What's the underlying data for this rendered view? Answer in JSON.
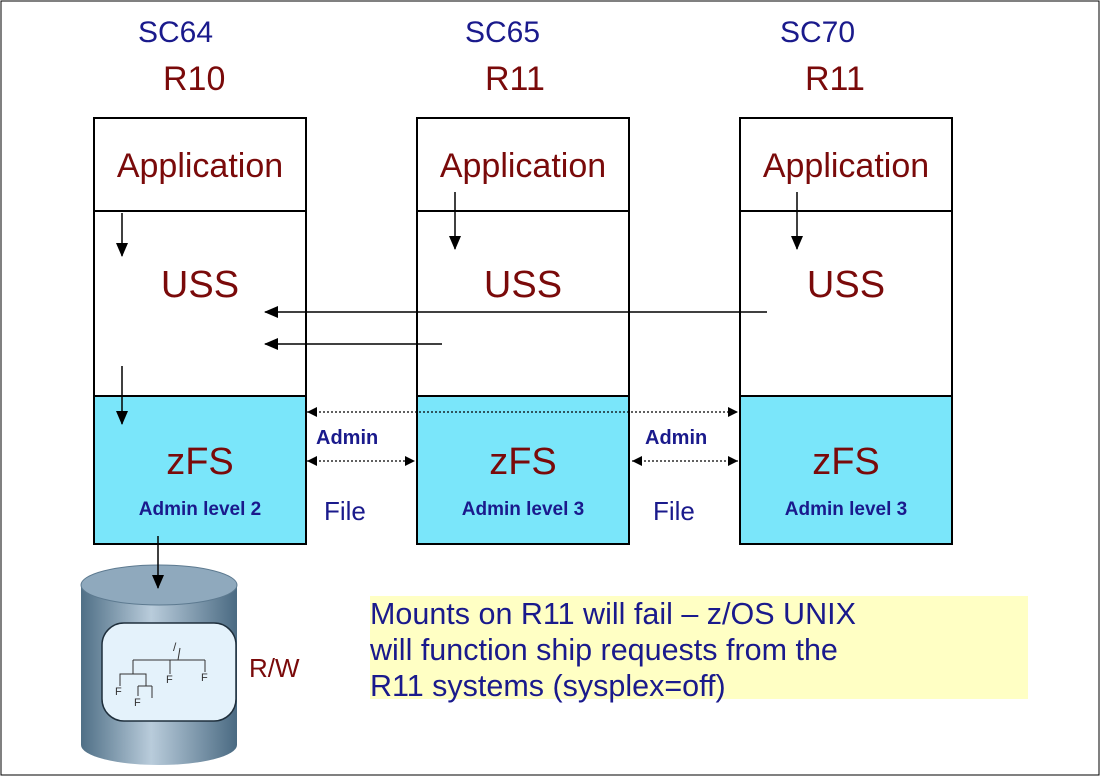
{
  "systems": [
    {
      "name": "SC64",
      "release": "R10",
      "app": "Application",
      "uss": "USS",
      "zfs": "zFS",
      "admin_level": "Admin level 2"
    },
    {
      "name": "SC65",
      "release": "R11",
      "app": "Application",
      "uss": "USS",
      "zfs": "zFS",
      "admin_level": "Admin level 3"
    },
    {
      "name": "SC70",
      "release": "R11",
      "app": "Application",
      "uss": "USS",
      "zfs": "zFS",
      "admin_level": "Admin level 3"
    }
  ],
  "links": [
    {
      "admin": "Admin",
      "file": "File"
    },
    {
      "admin": "Admin",
      "file": "File"
    }
  ],
  "disk": {
    "mode": "R/W",
    "root": "/",
    "files": [
      "F",
      "F",
      "F",
      "F"
    ]
  },
  "note": "Mounts on R11 will fail – z/OS UNIX\nwill function ship requests from the\nR11 systems (sysplex=off)"
}
